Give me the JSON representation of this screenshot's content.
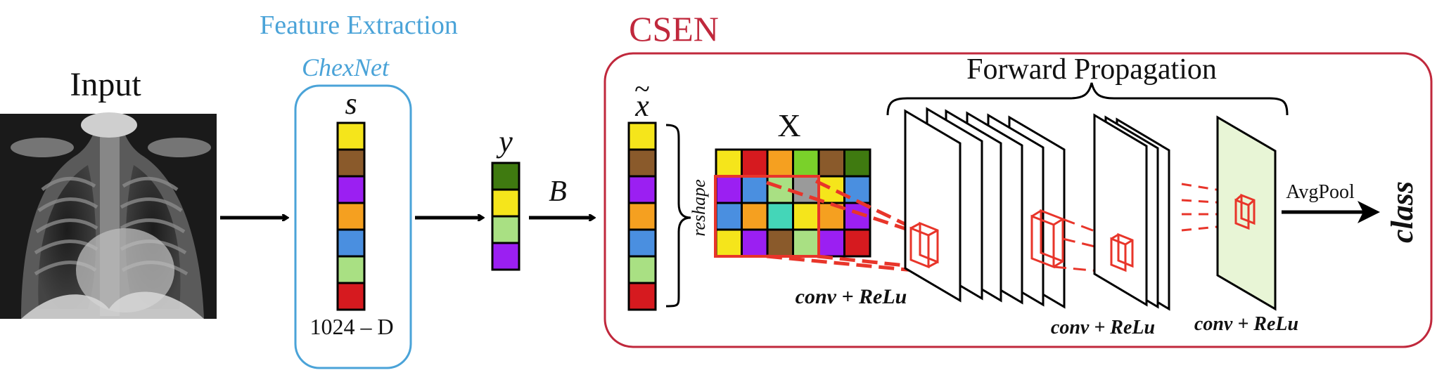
{
  "labels": {
    "input": "Input",
    "feature_extraction": "Feature Extraction",
    "chexnet": "ChexNet",
    "s": "s",
    "s_dim": "1024 – D",
    "y": "y",
    "B": "B",
    "csen": "CSEN",
    "x_tilde": "x",
    "tilde": "~",
    "reshape": "reshape",
    "X": "X",
    "forward_propagation": "Forward Propagation",
    "conv1": "conv + ReLu",
    "conv2": "conv + ReLu",
    "conv3": "conv + ReLu",
    "avgpool": "AvgPool",
    "class": "class"
  },
  "colors": {
    "feature_box": "#4aa3d8",
    "csen_box": "#c0283c",
    "kernel": "#e8352a",
    "final_map": "#e8f5d6"
  },
  "vectors": {
    "s": [
      "#f5e51b",
      "#8a5a2b",
      "#9b1ff2",
      "#f5a020",
      "#4a8fe0",
      "#a9e083",
      "#d61a1f"
    ],
    "y": [
      "#3f7a10",
      "#f5e51b",
      "#a9e083",
      "#9b1ff2"
    ],
    "x_tilde": [
      "#f5e51b",
      "#8a5a2b",
      "#9b1ff2",
      "#f5a020",
      "#4a8fe0",
      "#a9e083",
      "#d61a1f"
    ]
  },
  "matrix_X": [
    [
      "#f5e51b",
      "#d61a1f",
      "#f5a020",
      "#7ad12a",
      "#8a5a2b",
      "#3f7a10"
    ],
    [
      "#9b1ff2",
      "#4a8fe0",
      "#a9e083",
      "#9a9a9a",
      "#f5e51b",
      "#4a8fe0"
    ],
    [
      "#4a8fe0",
      "#f5a020",
      "#44d6b8",
      "#f5e51b",
      "#f5a020",
      "#9b1ff2"
    ],
    [
      "#f5e51b",
      "#9b1ff2",
      "#8a5a2b",
      "#a9e083",
      "#9b1ff2",
      "#d61a1f"
    ]
  ]
}
